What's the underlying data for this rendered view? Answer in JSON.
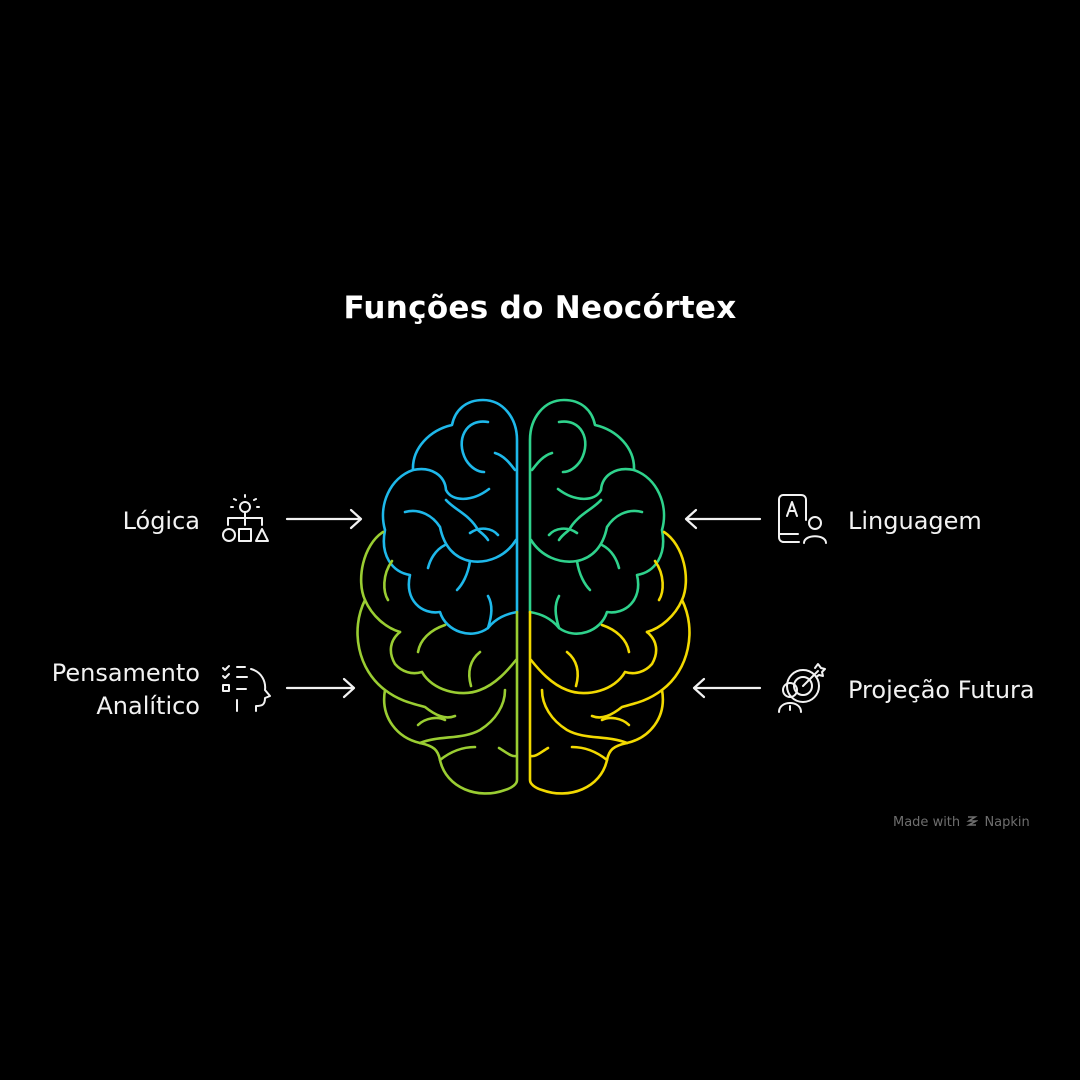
{
  "title": "Funções do Neocórtex",
  "labels": {
    "logica": "Lógica",
    "pensamento_line1": "Pensamento",
    "pensamento_line2": "Analítico",
    "linguagem": "Linguagem",
    "projecao": "Projeção Futura"
  },
  "credit": {
    "prefix": "Made with",
    "brand": "Napkin"
  },
  "colors": {
    "top_left": "#1EB8EA",
    "bottom_left": "#9ACD32",
    "top_right": "#2FD28C",
    "bottom_right": "#F2D900"
  },
  "icons": [
    "lightbulb-shapes-icon",
    "checklist-head-icon",
    "book-person-icon",
    "target-person-icon"
  ]
}
